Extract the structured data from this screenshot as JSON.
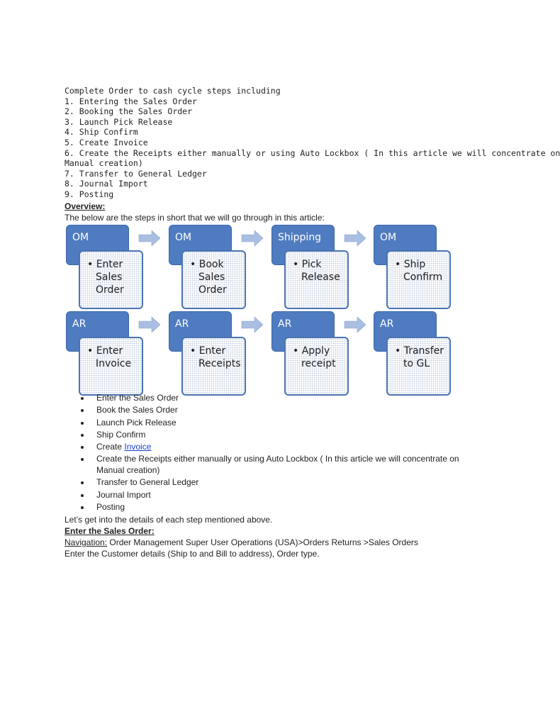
{
  "intro": {
    "title": "Complete Order to cash cycle steps including",
    "steps": [
      "1. Entering the Sales Order",
      "2. Booking the Sales Order",
      "3. Launch Pick Release",
      "4. Ship Confirm",
      "5. Create Invoice",
      "6. Create the Receipts either manually or using Auto Lockbox ( In this article we will concentrate on",
      "Manual creation)",
      "7. Transfer to General Ledger",
      "8. Journal Import",
      "9. Posting"
    ]
  },
  "overview": {
    "heading": "Overview:",
    "text": "The below are the steps in short that we will go through in this article:"
  },
  "diagram": {
    "steps": [
      {
        "module": "OM",
        "lines": [
          "• Enter",
          "Sales",
          "Order"
        ]
      },
      {
        "module": "OM",
        "lines": [
          "• Book",
          "Sales",
          "Order"
        ]
      },
      {
        "module": "Shipping",
        "lines": [
          "• Pick",
          "Release"
        ]
      },
      {
        "module": "OM",
        "lines": [
          "• Ship",
          "Confirm"
        ]
      },
      {
        "module": "AR",
        "lines": [
          "• Enter",
          "Invoice"
        ]
      },
      {
        "module": "AR",
        "lines": [
          "• Enter",
          "Receipts"
        ]
      },
      {
        "module": "AR",
        "lines": [
          "• Apply",
          "receipt"
        ]
      },
      {
        "module": "AR",
        "lines": [
          "• Transfer",
          "to GL"
        ]
      }
    ],
    "colors": {
      "header": "#4f7cc0",
      "border": "#4a73b3",
      "arrow": "#a9bee0"
    }
  },
  "bullets": {
    "items": [
      "Enter the Sales Order",
      "Book the Sales Order",
      "Launch Pick Release",
      "Ship Confirm",
      "Create",
      "Create the Receipts either manually or using Auto Lockbox ( In this article we will concentrate on",
      "Manual creation)",
      "Transfer to General Ledger",
      "Journal Import",
      "Posting"
    ],
    "invoice_link": "Invoice"
  },
  "outro": {
    "intro_line": "Let’s get into the details of each step mentioned above.",
    "heading": "Enter the Sales Order:",
    "nav_label": "Navigation:",
    "nav_path": " Order Management Super User Operations (USA)>Orders Returns >Sales Orders",
    "details": "Enter the Customer details (Ship to and Bill to address), Order type."
  }
}
